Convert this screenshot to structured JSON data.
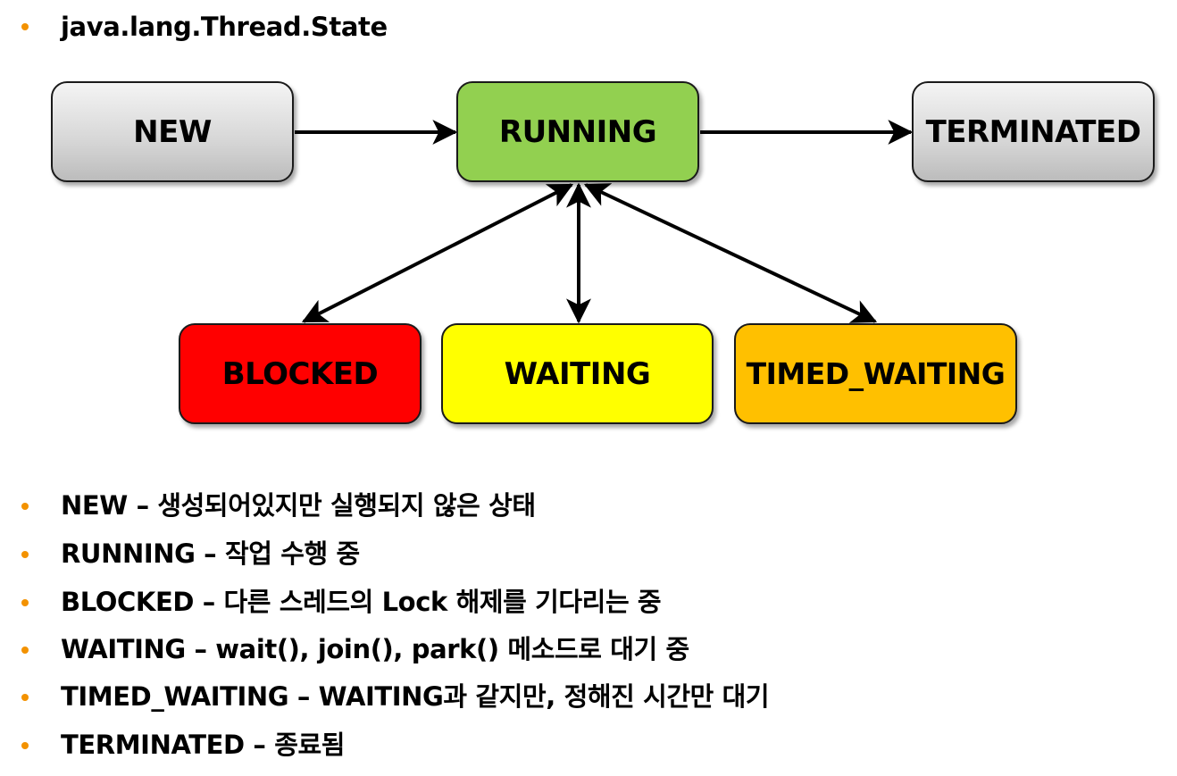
{
  "header": {
    "title": "java.lang.Thread.State"
  },
  "colors": {
    "bullet": "#f39200",
    "new": "#d6d6d6",
    "running": "#92d050",
    "terminated": "#d6d6d6",
    "blocked": "#ff0000",
    "waiting": "#ffff00",
    "timed_waiting": "#ffc000"
  },
  "states": {
    "new": "NEW",
    "running": "RUNNING",
    "terminated": "TERMINATED",
    "blocked": "BLOCKED",
    "waiting": "WAITING",
    "timed_waiting": "TIMED_WAITING"
  },
  "descriptions": [
    "NEW – 생성되어있지만 실행되지 않은 상태",
    "RUNNING – 작업 수행 중",
    "BLOCKED – 다른 스레드의 Lock 해제를 기다리는 중",
    "WAITING – wait(), join(), park() 메소드로 대기 중",
    "TIMED_WAITING – WAITING과 같지만, 정해진 시간만 대기",
    "TERMINATED – 종료됨"
  ]
}
